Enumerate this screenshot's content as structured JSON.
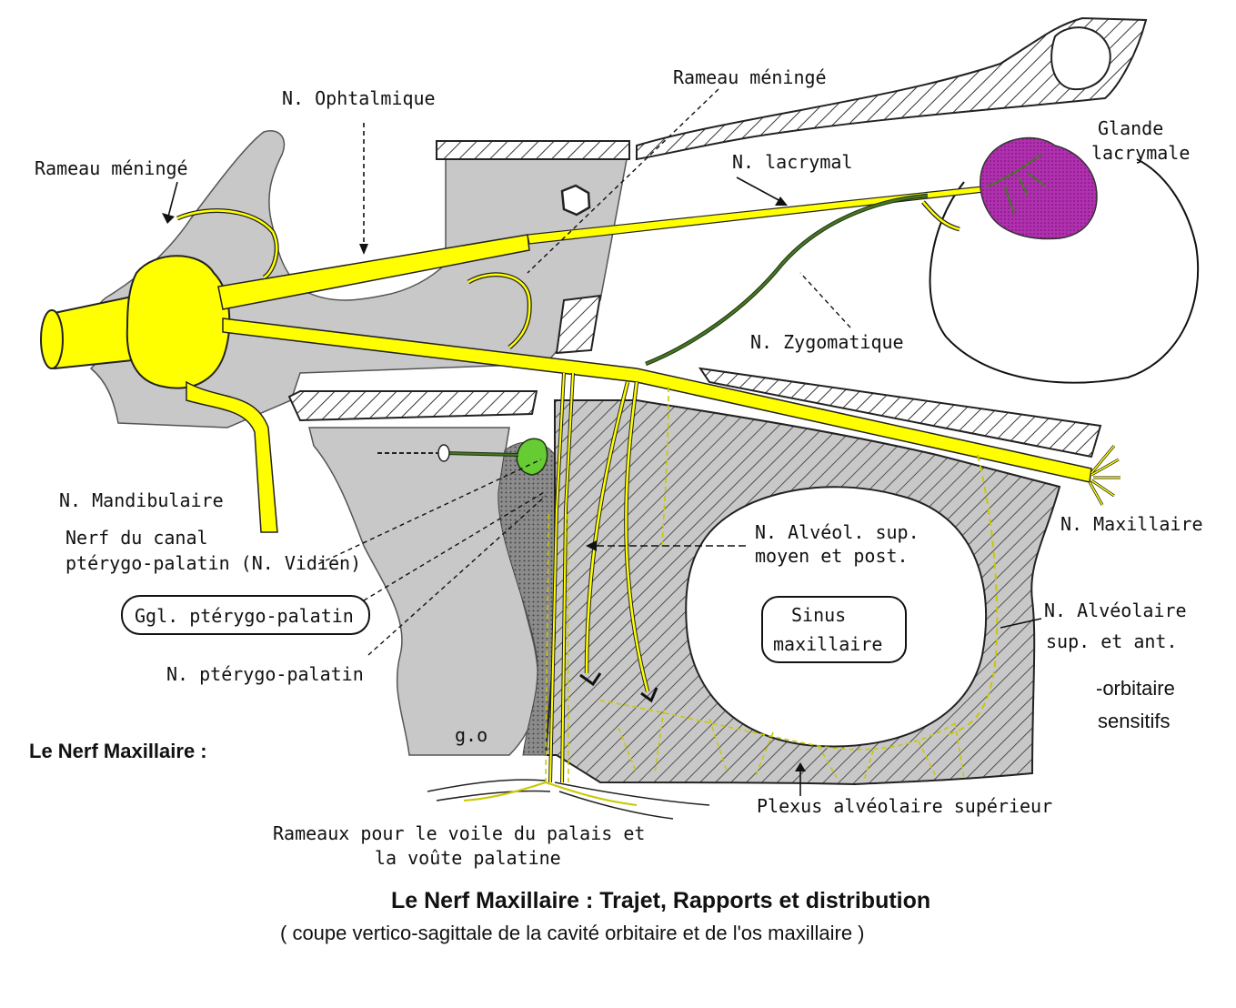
{
  "labels": {
    "rameau_meninge_top": "Rameau méningé",
    "n_ophtalmique": "N. Ophtalmique",
    "rameau_meninge_left": "Rameau méningé",
    "glande_1": "Glande",
    "glande_2": "lacrymale",
    "n_lacrymal": "N. lacrymal",
    "n_zygomatique": "N. Zygomatique",
    "n_mandibulaire": "N. Mandibulaire",
    "nerf_canal_1": "Nerf du canal",
    "nerf_canal_2": "ptérygo-palatin (N. Vidien)",
    "ggl_pterygo": "Ggl. ptérygo-palatin",
    "n_pterygo": "N. ptérygo-palatin",
    "n_alveol_1": "N. Alvéol. sup.",
    "n_alveol_2": "moyen et post.",
    "n_maxillaire": "N. Maxillaire",
    "sinus_1": "Sinus",
    "sinus_2": "maxillaire",
    "n_alveolaire_1": "N. Alvéolaire",
    "n_alveolaire_2": "sup. et ant.",
    "orbitaire": "-orbitaire",
    "sensitifs": "sensitifs",
    "le_nerf_left": "Le Nerf Maxillaire :",
    "go": "g.o",
    "plexus": "Plexus alvéolaire supérieur",
    "rameaux_1": "Rameaux pour le voile du palais et",
    "rameaux_2": "la voûte palatine",
    "caption_title": "Le Nerf Maxillaire :  Trajet,  Rapports  et distribution",
    "caption_sub": "( coupe vertico-sagittale de la cavité orbitaire et de l'os maxillaire )"
  },
  "colors": {
    "nerve": "#ffff00",
    "bone_gray": "#c8c8c8",
    "gland": "#a020a0",
    "ganglion": "#66cc33",
    "zygomatic": "#447722"
  }
}
